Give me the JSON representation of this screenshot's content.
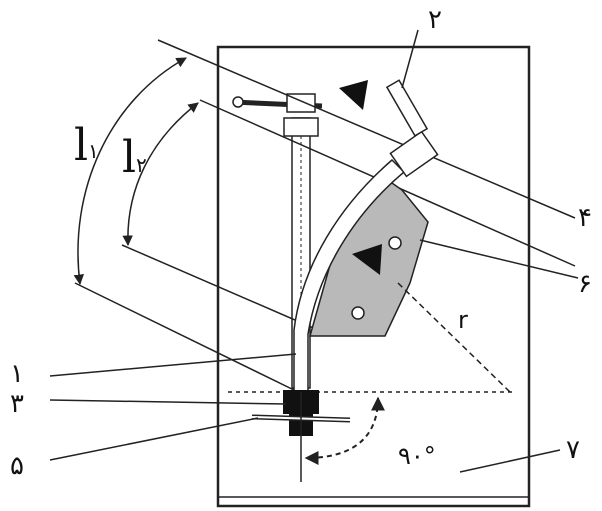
{
  "labels": {
    "n1": "۱",
    "n2": "۲",
    "n3": "۳",
    "n4": "۴",
    "n5": "۵",
    "n6": "۶",
    "n7": "۷",
    "r": "r",
    "angle": "۹۰°",
    "l1_main": "l",
    "l1_sub": "۱",
    "l2_main": "l",
    "l2_sub": "۲"
  },
  "colors": {
    "ink": "#222222",
    "die_fill": "#b9b9b9",
    "clamp_fill": "#111111",
    "background": "#ffffff"
  }
}
